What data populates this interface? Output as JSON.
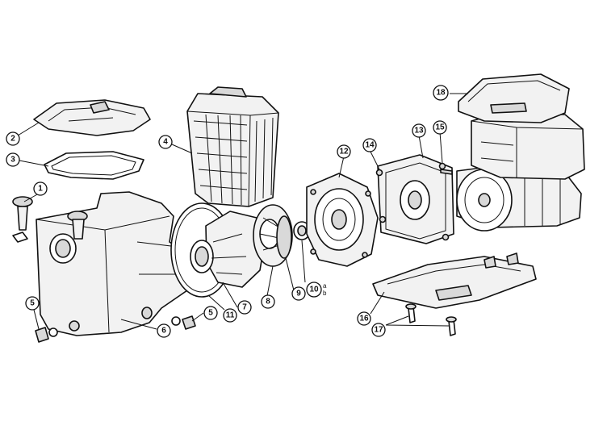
{
  "callouts": [
    {
      "id": "c1",
      "label": "1"
    },
    {
      "id": "c2",
      "label": "2"
    },
    {
      "id": "c3",
      "label": "3"
    },
    {
      "id": "c4",
      "label": "4"
    },
    {
      "id": "c5a",
      "label": "5"
    },
    {
      "id": "c5b",
      "label": "5"
    },
    {
      "id": "c6",
      "label": "6"
    },
    {
      "id": "c7",
      "label": "7"
    },
    {
      "id": "c8",
      "label": "8"
    },
    {
      "id": "c9",
      "label": "9"
    },
    {
      "id": "c10",
      "label": "10"
    },
    {
      "id": "c11",
      "label": "11"
    },
    {
      "id": "c12",
      "label": "12"
    },
    {
      "id": "c13",
      "label": "13"
    },
    {
      "id": "c14",
      "label": "14"
    },
    {
      "id": "c15",
      "label": "15"
    },
    {
      "id": "c16",
      "label": "16"
    },
    {
      "id": "c17",
      "label": "17"
    },
    {
      "id": "c18",
      "label": "18"
    }
  ],
  "sub_labels": {
    "a": "a",
    "b": "b"
  }
}
